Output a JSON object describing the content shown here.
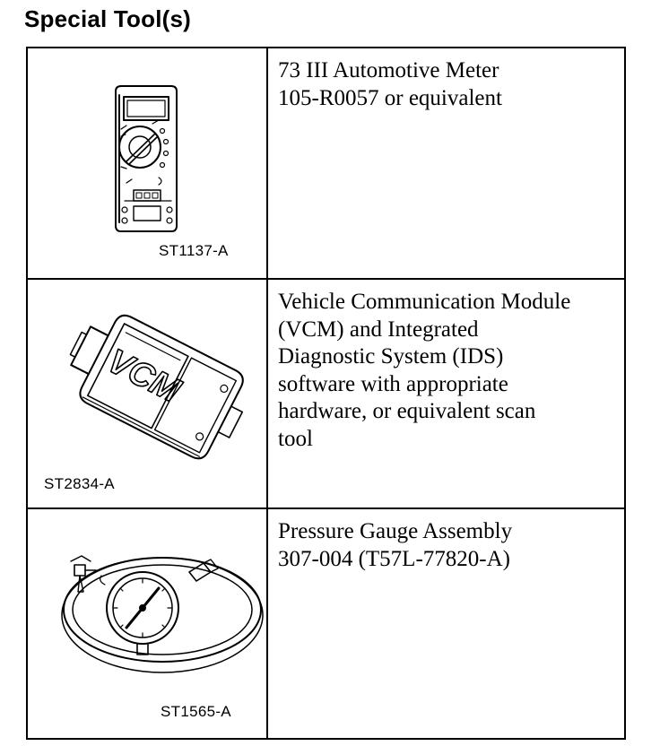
{
  "heading": "Special Tool(s)",
  "tools": [
    {
      "code": "ST1137-A",
      "icon": "automotive-meter-icon",
      "lines": [
        "73 III Automotive Meter",
        "105-R0057 or equivalent"
      ]
    },
    {
      "code": "ST2834-A",
      "icon": "vcm-module-icon",
      "icon_label": "VCM",
      "lines": [
        "Vehicle Communication Module",
        "(VCM) and Integrated",
        "Diagnostic System (IDS)",
        "software with appropriate",
        "hardware, or equivalent scan",
        "tool"
      ]
    },
    {
      "code": "ST1565-A",
      "icon": "pressure-gauge-icon",
      "lines": [
        "Pressure Gauge Assembly",
        "307-004 (T57L-77820-A)"
      ]
    }
  ]
}
